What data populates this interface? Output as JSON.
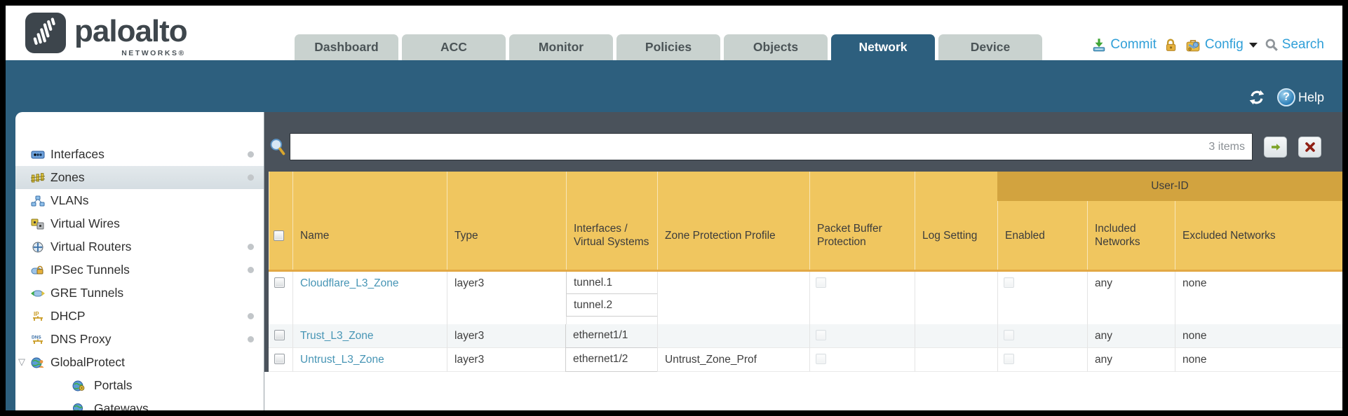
{
  "brand": {
    "name": "paloalto",
    "sub": "NETWORKS®"
  },
  "nav": {
    "tabs": [
      {
        "label": "Dashboard",
        "active": false
      },
      {
        "label": "ACC",
        "active": false
      },
      {
        "label": "Monitor",
        "active": false
      },
      {
        "label": "Policies",
        "active": false
      },
      {
        "label": "Objects",
        "active": false
      },
      {
        "label": "Network",
        "active": true
      },
      {
        "label": "Device",
        "active": false
      }
    ],
    "actions": {
      "commit": "Commit",
      "config": "Config",
      "search": "Search"
    }
  },
  "toolbar": {
    "help": "Help"
  },
  "sidebar": {
    "items": [
      {
        "label": "Interfaces",
        "dot": true
      },
      {
        "label": "Zones",
        "dot": true,
        "selected": true
      },
      {
        "label": "VLANs",
        "dot": false
      },
      {
        "label": "Virtual Wires",
        "dot": false
      },
      {
        "label": "Virtual Routers",
        "dot": true
      },
      {
        "label": "IPSec Tunnels",
        "dot": true
      },
      {
        "label": "GRE Tunnels",
        "dot": false
      },
      {
        "label": "DHCP",
        "dot": true
      },
      {
        "label": "DNS Proxy",
        "dot": true
      },
      {
        "label": "GlobalProtect",
        "dot": false,
        "expanded": true
      },
      {
        "label": "Portals",
        "dot": false,
        "child": true
      },
      {
        "label": "Gateways",
        "dot": false,
        "child": true
      }
    ]
  },
  "filter": {
    "value": "",
    "count": "3 items"
  },
  "table": {
    "user_id_group": "User-ID",
    "headers": {
      "name": "Name",
      "type": "Type",
      "interfaces": "Interfaces / Virtual Systems",
      "zone_protection_profile": "Zone Protection Profile",
      "packet_buffer_protection": "Packet Buffer Protection",
      "log_setting": "Log Setting",
      "enabled": "Enabled",
      "included_networks": "Included Networks",
      "excluded_networks": "Excluded Networks"
    },
    "rows": [
      {
        "name": "Cloudflare_L3_Zone",
        "type": "layer3",
        "interfaces": [
          "tunnel.1",
          "tunnel.2"
        ],
        "zone_protection_profile": "",
        "log_setting": "",
        "included_networks": "any",
        "excluded_networks": "none"
      },
      {
        "name": "Trust_L3_Zone",
        "type": "layer3",
        "interfaces": [
          "ethernet1/1"
        ],
        "zone_protection_profile": "",
        "log_setting": "",
        "included_networks": "any",
        "excluded_networks": "none"
      },
      {
        "name": "Untrust_L3_Zone",
        "type": "layer3",
        "interfaces": [
          "ethernet1/2"
        ],
        "zone_protection_profile": "Untrust_Zone_Prof",
        "log_setting": "",
        "included_networks": "any",
        "excluded_networks": "none"
      }
    ]
  },
  "colors": {
    "teal": "#2d5f7e",
    "gold": "#f0c65f",
    "gold_dark": "#d2a33f",
    "slate": "#4a525b",
    "link_blue": "#2f9fd8",
    "row_link": "#4795b5"
  }
}
